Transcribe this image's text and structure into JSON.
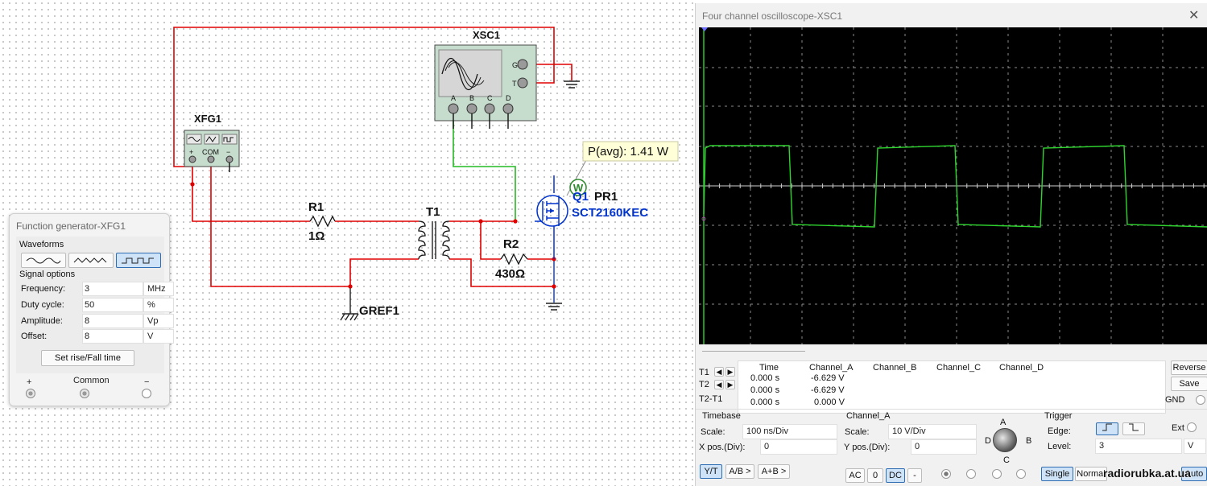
{
  "schematic": {
    "scope_ref": "XSC1",
    "scope_ports": [
      "G",
      "T",
      "A",
      "B",
      "C",
      "D"
    ],
    "gen_ref": "XFG1",
    "gen_ports": [
      "+",
      "COM",
      "−"
    ],
    "r1_ref": "R1",
    "r1_value": "1Ω",
    "t1_ref": "T1",
    "r2_ref": "R2",
    "r2_value": "430Ω",
    "q1_ref": "Q1",
    "q1_part": "SCT2160KEC",
    "probe_ref": "PR1",
    "probe_readout": "P(avg): 1.41 W",
    "probe_symbol": "W",
    "ground_ref": "GREF1",
    "wire_color": "#e00000",
    "probe_wire_color": "#22bb22",
    "part_color": "#0033cc"
  },
  "function_generator": {
    "title": "Function generator-XFG1",
    "waveforms_label": "Waveforms",
    "waveforms": [
      {
        "icon": "sine-wave-icon",
        "active": false
      },
      {
        "icon": "triangle-wave-icon",
        "active": false
      },
      {
        "icon": "square-wave-icon",
        "active": true
      }
    ],
    "signal_options_label": "Signal options",
    "rows": [
      {
        "label": "Frequency:",
        "value": "3",
        "unit": "MHz"
      },
      {
        "label": "Duty cycle:",
        "value": "50",
        "unit": "%"
      },
      {
        "label": "Amplitude:",
        "value": "8",
        "unit": "Vp"
      },
      {
        "label": "Offset:",
        "value": "8",
        "unit": "V"
      }
    ],
    "rise_fall_button": "Set rise/Fall time",
    "plus_label": "+",
    "common_label": "Common",
    "minus_label": "−"
  },
  "oscilloscope": {
    "title": "Four channel oscilloscope-XSC1",
    "close_glyph": "✕",
    "trace_color": "#2fd52f",
    "table": {
      "headers": [
        "Time",
        "Channel_A",
        "Channel_B",
        "Channel_C",
        "Channel_D"
      ],
      "rows": [
        {
          "label": "T1",
          "time": "0.000 s",
          "a": "-6.629 V"
        },
        {
          "label": "T2",
          "time": "0.000 s",
          "a": "-6.629 V"
        },
        {
          "label": "T2-T1",
          "time": "0.000 s",
          "a": "0.000 V"
        }
      ]
    },
    "reverse_button": "Reverse",
    "save_button": "Save",
    "gnd_label": "GND",
    "timebase": {
      "label": "Timebase",
      "scale_label": "Scale:",
      "scale": "100 ns/Div",
      "xpos_label": "X pos.(Div):",
      "xpos": "0",
      "buttons": [
        "Y/T",
        "A/B >",
        "A+B >"
      ]
    },
    "channel": {
      "label": "Channel_A",
      "scale_label": "Scale:",
      "scale": "10  V/Div",
      "ypos_label": "Y pos.(Div):",
      "ypos": "0",
      "buttons": [
        "AC",
        "0",
        "DC",
        "-"
      ]
    },
    "knob_labels": [
      "A",
      "B",
      "C",
      "D"
    ],
    "trigger": {
      "label": "Trigger",
      "edge_label": "Edge:",
      "ext_label": "Ext",
      "level_label": "Level:",
      "level": "3",
      "level_unit": "V",
      "buttons": [
        "Single",
        "Normal",
        "Auto"
      ]
    }
  },
  "watermark": "radiorubka.at.ua"
}
